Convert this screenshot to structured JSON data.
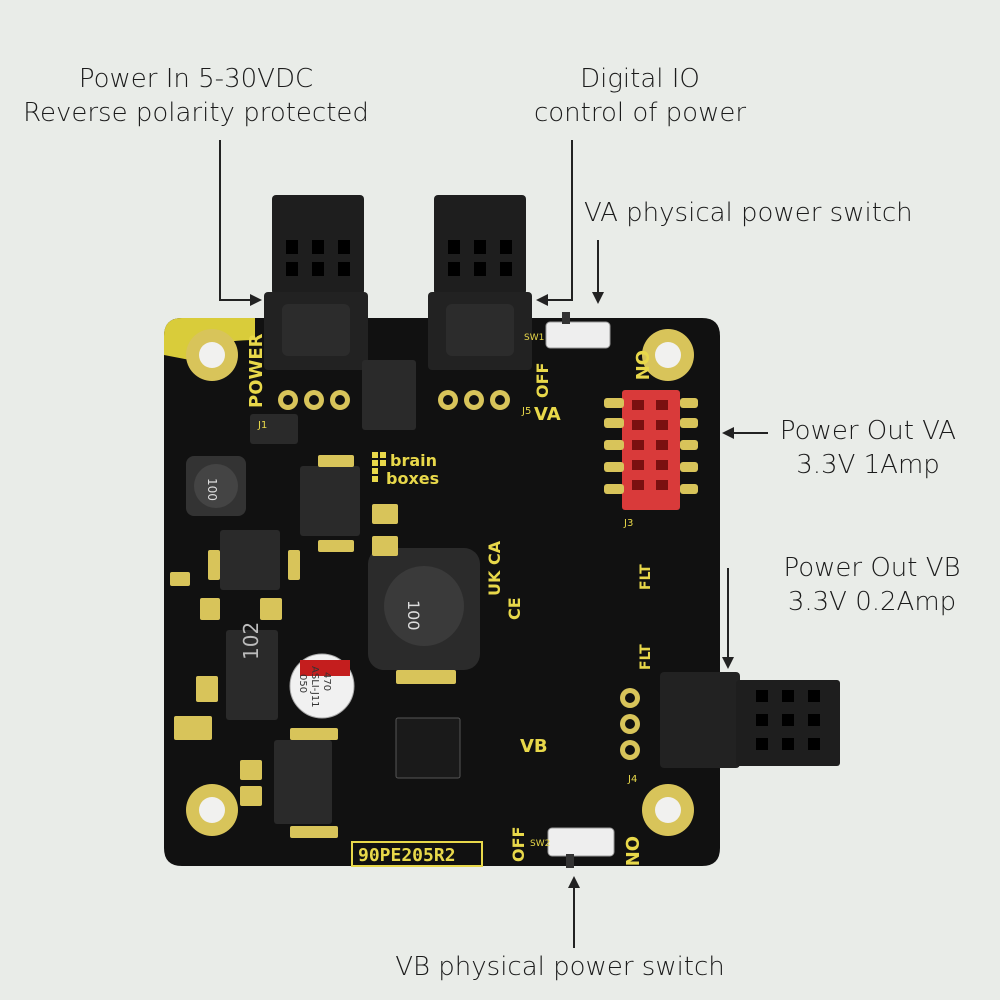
{
  "callouts": {
    "power_in": {
      "line1": "Power In 5-30VDC",
      "line2": "Reverse polarity protected"
    },
    "digital_io": {
      "line1": "Digital IO",
      "line2": "control of power"
    },
    "va_switch": {
      "line1": "VA physical  power switch"
    },
    "power_out_va": {
      "line1": "Power Out VA",
      "line2": "3.3V 1Amp"
    },
    "power_out_vb": {
      "line1": "Power Out VB",
      "line2": "3.3V 0.2Amp"
    },
    "vb_switch": {
      "line1": "VB physical power switch"
    }
  },
  "board": {
    "part_number": "90PE205R2",
    "logo_line1": "brain",
    "logo_line2": "boxes",
    "silk": {
      "power": "POWER",
      "off": "OFF",
      "on": "ON",
      "va": "VA",
      "vb": "VB",
      "flt": "FLT",
      "j1": "J1",
      "j3": "J3",
      "j4": "J4",
      "j5": "J5",
      "sw1": "SW1",
      "sw2": "SW2",
      "inductor_main": "100",
      "inductor_small": "100",
      "cap_top": "470",
      "cap_mid": "ASLI-J11",
      "cap_bot": "050",
      "big_ind_label": "102",
      "ukca": "UK CA",
      "ce": "CE"
    }
  },
  "colors": {
    "background": "#e9ece8",
    "pcb": "#111111",
    "silkscreen": "#e8d84a",
    "gold_pad": "#d8c45a",
    "connector": "#1e1e1e",
    "idc_header": "#d93a3a",
    "capacitor": "#f1f1f1"
  }
}
